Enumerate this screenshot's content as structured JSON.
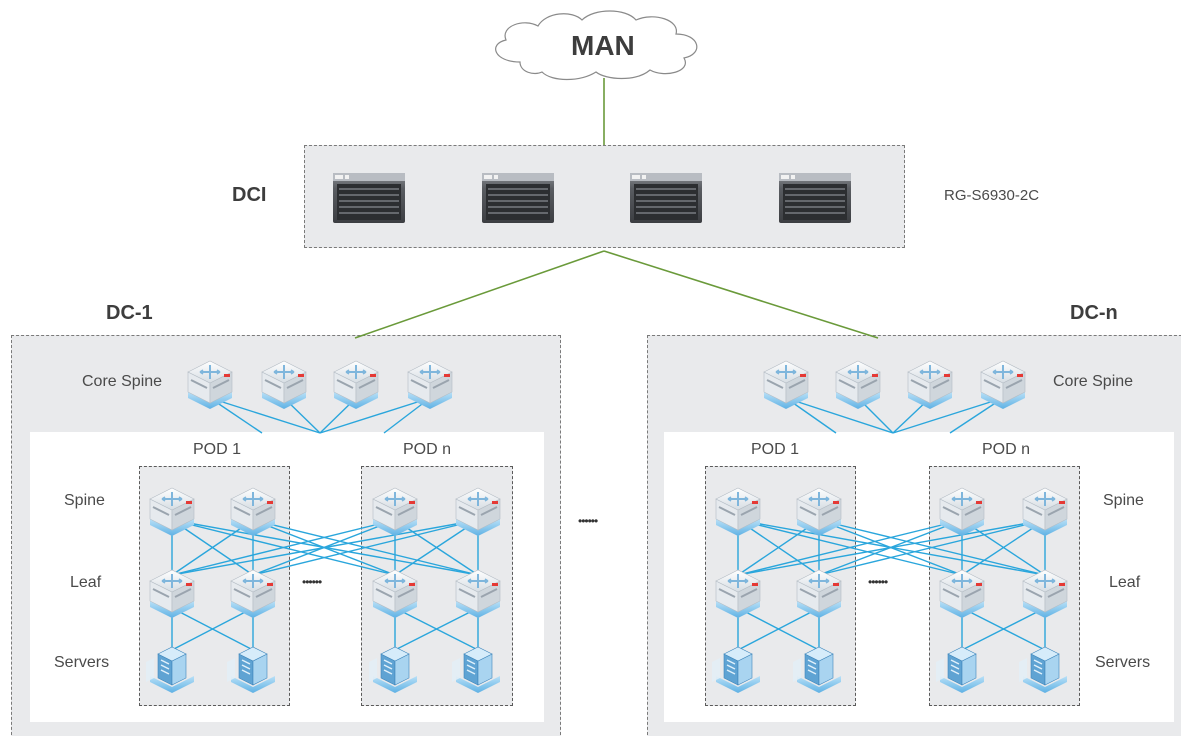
{
  "top": {
    "man_label": "MAN"
  },
  "dci": {
    "label": "DCI",
    "model_label": "RG-S6930-2C",
    "device_count": 4
  },
  "datacenters": [
    {
      "id": "dc1",
      "label": "DC-1",
      "core_spine_label": "Core Spine",
      "row_labels": {
        "spine": "Spine",
        "leaf": "Leaf",
        "servers": "Servers"
      },
      "pods": [
        {
          "label": "POD 1"
        },
        {
          "label": "POD n"
        }
      ],
      "pod_separator": "••••••"
    },
    {
      "id": "dcn",
      "label": "DC-n",
      "core_spine_label": "Core Spine",
      "row_labels": {
        "spine": "Spine",
        "leaf": "Leaf",
        "servers": "Servers"
      },
      "pods": [
        {
          "label": "POD 1"
        },
        {
          "label": "POD n"
        }
      ],
      "pod_separator": "••••••"
    }
  ],
  "dc_separator": "••••••",
  "colors": {
    "uplink_line": "#6a9a3a",
    "fabric_line": "#2aa6dc",
    "region_fill": "#e9eaec",
    "region_border": "#7a7a7a",
    "device_blue": "#8ec9ee",
    "accent_red": "#e53935"
  }
}
